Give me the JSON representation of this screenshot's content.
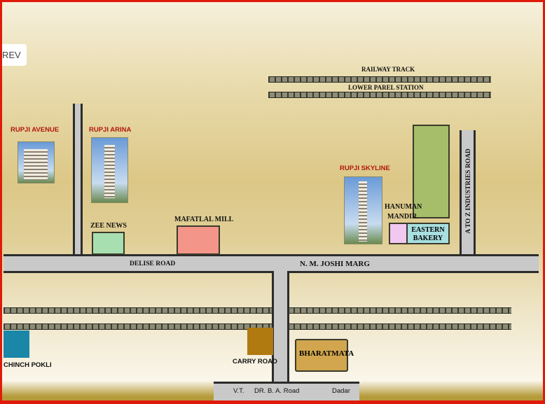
{
  "rev_button": "REV",
  "railway": {
    "track_label": "RAILWAY TRACK",
    "station_label": "LOWER PAREL STATION"
  },
  "projects": [
    {
      "name": "RUPJI AVENUE"
    },
    {
      "name": "RUPJI ARINA"
    },
    {
      "name": "RUPJI SKYLINE"
    }
  ],
  "landmarks": {
    "zee_news": "ZEE NEWS",
    "mafatlal_mill": "MAFATLAL MILL",
    "hanuman_mandir_1": "HANUMAN",
    "hanuman_mandir_2": "MANDIR",
    "eastern_bakery_1": "EASTERN",
    "eastern_bakery_2": "BAKERY",
    "chinch_pokli": "CHINCH POKLI",
    "carry_road": "CARRY ROAD",
    "bharatmata": "BHARATMATA"
  },
  "roads": {
    "delise_road": "DELISE ROAD",
    "nm_joshi_marg": "N. M. JOSHI MARG",
    "a_to_z": "A TO Z INDUSTRIES ROAD",
    "vt": "V.T.",
    "dr_ba_road": "DR. B. A. Road",
    "dadar": "Dadar"
  },
  "colors": {
    "border": "#e01a0a",
    "road": "#c9c9c9",
    "zee_news": "#a8dfb0",
    "mafatlal_mill": "#f4958a",
    "green_plot": "#a6be6a",
    "hanuman_mandir": "#f0c8f0",
    "eastern_bakery": "#a8dfe0",
    "chinch_pokli": "#1a86a8",
    "carry_road": "#b07a10",
    "bharatmata": "#d1a64e",
    "project_label": "#b0180c"
  }
}
